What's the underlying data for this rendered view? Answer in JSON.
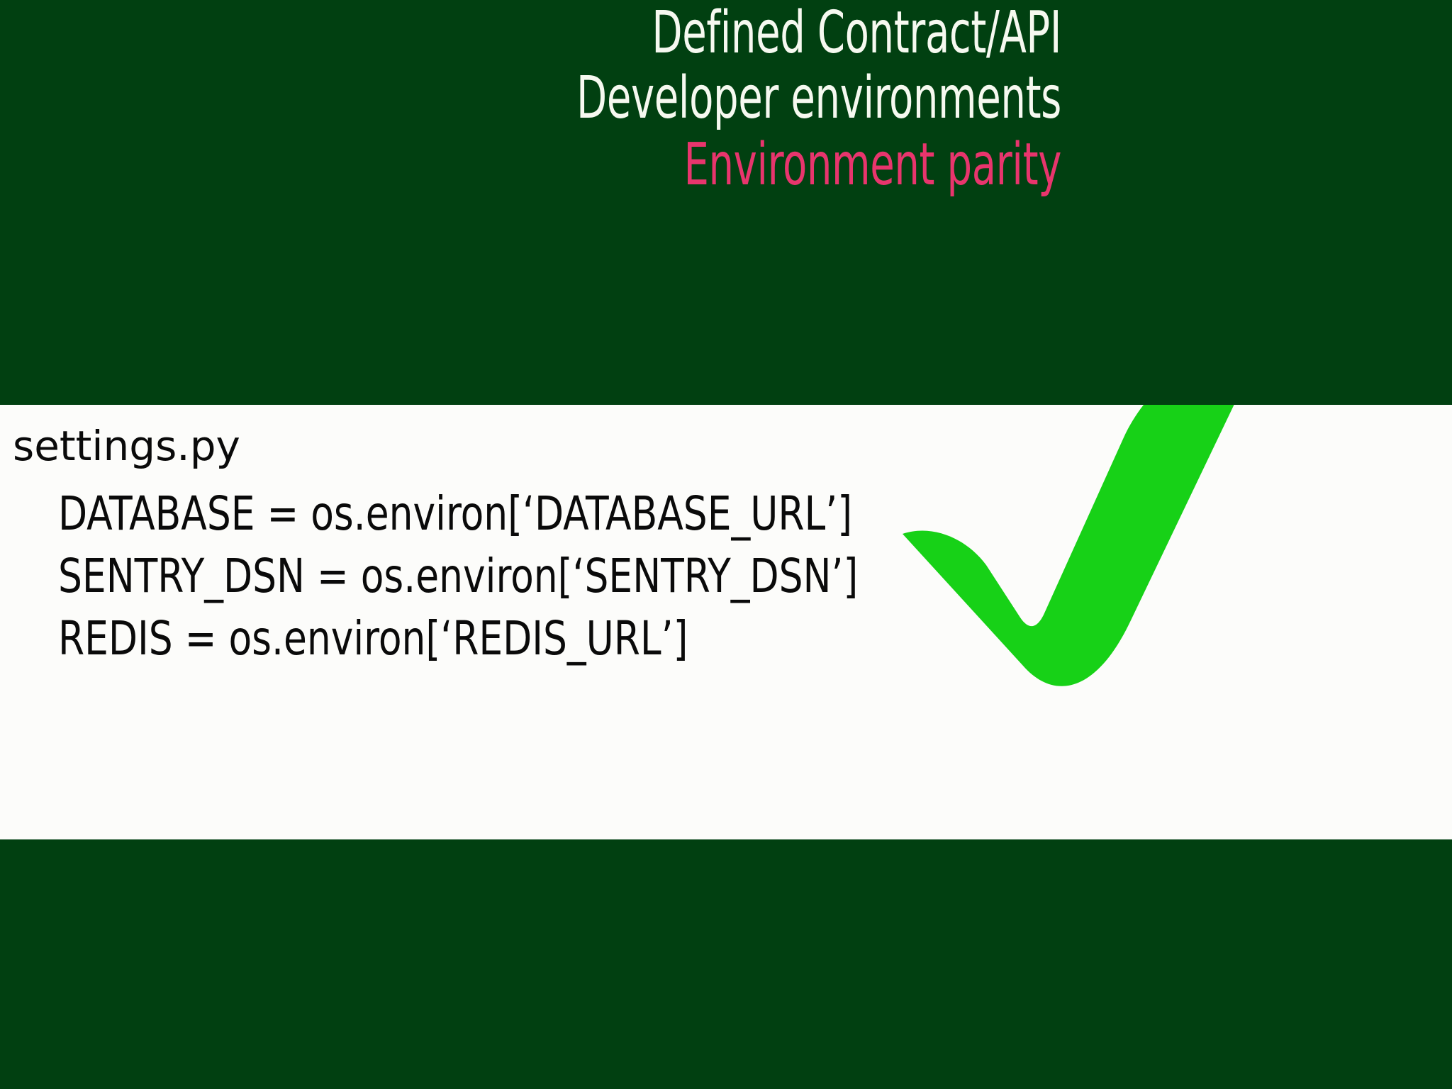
{
  "slide": {
    "background_color": "#014011",
    "panel_color": "#FCFCFA"
  },
  "header": {
    "lines": [
      {
        "text": "Defined Contract/API",
        "color": "#F6F9F0"
      },
      {
        "text": "Developer environments",
        "color": "#F6F9F0"
      },
      {
        "text": "Environment parity",
        "color": "#E8356D"
      }
    ]
  },
  "code_panel": {
    "filename": "settings.py",
    "lines": [
      "DATABASE = os.environ[‘DATABASE_URL’]",
      "SENTRY_DSN = os.environ[‘SENTRY_DSN’]",
      "REDIS = os.environ[‘REDIS_URL’]"
    ],
    "text_color": "#0A0A0A"
  },
  "annotation": {
    "check_icon": "check-mark-icon",
    "check_color": "#17D117"
  }
}
